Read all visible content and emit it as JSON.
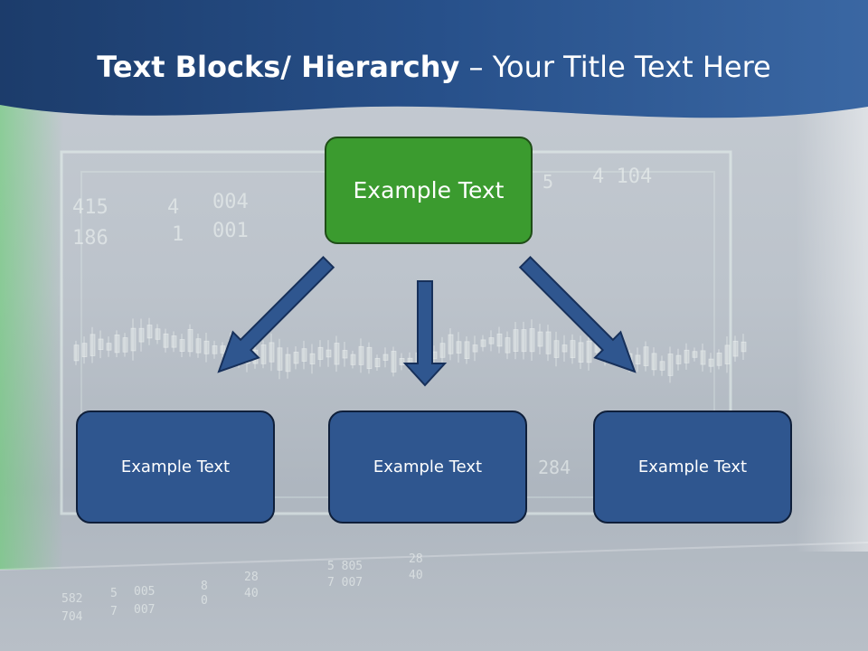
{
  "slide": {
    "title_bold": "Text Blocks/ Hierarchy",
    "title_rest": " – Your Title Text Here"
  },
  "diagram": {
    "root": {
      "label": "Example Text"
    },
    "children": [
      {
        "label": "Example Text"
      },
      {
        "label": "Example Text"
      },
      {
        "label": "Example Text"
      }
    ]
  },
  "background": {
    "ticker_text": [
      "415",
      "4",
      "004",
      "186",
      "1",
      "001",
      "4 104",
      "5",
      "284",
      "582",
      "5",
      "005",
      "704",
      "7",
      "007",
      "8",
      "28",
      "0",
      "40",
      "5 805",
      "7 007",
      "28",
      "40"
    ]
  },
  "colors": {
    "header": "#24487a",
    "root_fill": "#3b9b2f",
    "child_fill": "#2f568f",
    "arrow_fill": "#2f568f",
    "arrow_stroke": "#17305a"
  }
}
